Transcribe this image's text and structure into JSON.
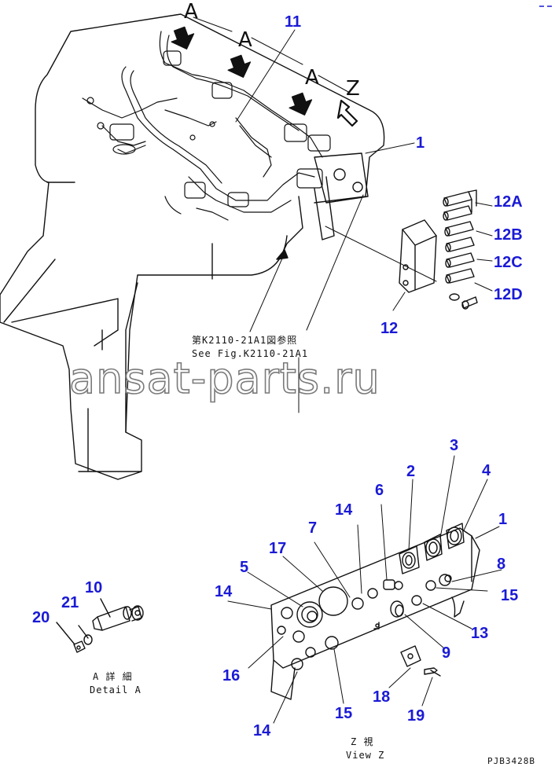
{
  "drawing": {
    "cross_reference_jp": "第K2110-21A1図参照",
    "cross_reference_en": "See Fig.K2110-21A1",
    "detail_caption_jp": "A 詳 細",
    "detail_caption_en": "Detail A",
    "view_caption_jp": "Z 視",
    "view_caption_en": "View Z",
    "drawing_code": "PJB3428B",
    "watermark": "ansat-parts.ru",
    "view_labels": {
      "a1": "A",
      "a2": "A",
      "a3": "A",
      "z": "Z"
    },
    "callouts": {
      "c11": "11",
      "c1_top": "1",
      "c12a": "12A",
      "c12b": "12B",
      "c12c": "12C",
      "c12d": "12D",
      "c12": "12",
      "c2": "2",
      "c3": "3",
      "c4": "4",
      "c1_bottom": "1",
      "c6": "6",
      "c14_top": "14",
      "c7": "7",
      "c17": "17",
      "c5": "5",
      "c14_left": "14",
      "c8": "8",
      "c15_right": "15",
      "c13": "13",
      "c9": "9",
      "c16": "16",
      "c18": "18",
      "c19": "19",
      "c15_bottom": "15",
      "c14_bottom": "14",
      "c10": "10",
      "c21": "21",
      "c20": "20"
    }
  }
}
